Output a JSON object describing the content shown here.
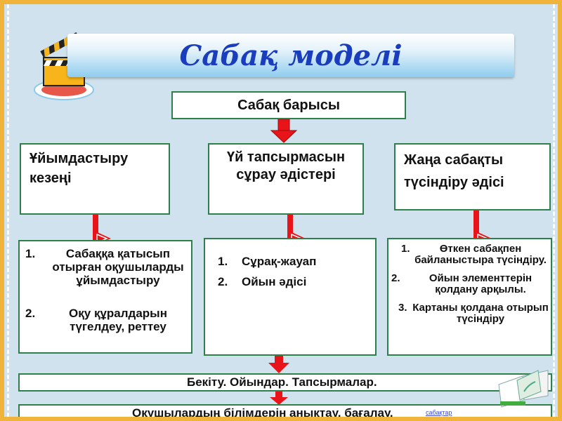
{
  "title": "Сабақ моделі",
  "header": "Сабақ барысы",
  "columns": [
    {
      "heading": "Ұйымдастыру кезеңі",
      "items": [
        {
          "num": "1.",
          "text": "Сабаққа қатысып отырған оқушыларды ұйымдастыру"
        },
        {
          "num": "2.",
          "text": "Оқу құралдарын түгелдеу, реттеу"
        }
      ]
    },
    {
      "heading": "Үй тапсырмасын сұрау әдістері",
      "items": [
        {
          "num": "1.",
          "text": "Сұрақ-жауап"
        },
        {
          "num": "2.",
          "text": "Ойын әдісі"
        }
      ]
    },
    {
      "heading": "Жаңа сабақты түсіндіру әдісі",
      "items": [
        {
          "num": "1.",
          "text": "Өткен сабақпен байланыстыра түсіндіру."
        },
        {
          "num": "2.",
          "text": "Ойын элементтерін қолдану арқылы."
        },
        {
          "num": "3.",
          "text": "Картаны қолдана отырып түсіндіру"
        }
      ]
    }
  ],
  "bottom": {
    "bar1": "Бекіту.  Ойындар. Тапсырмалар.",
    "bar2": "Оқушылардың білімдерін анықтау, бағалау."
  },
  "nav_link": "сабақтар",
  "colors": {
    "title": "#1a3dbd",
    "arrow": "#e8141a",
    "box_border": "#2f7f4a",
    "slide_border": "#f0b43a"
  },
  "icons": [
    "clapperboard-icon",
    "open-book-icon"
  ]
}
